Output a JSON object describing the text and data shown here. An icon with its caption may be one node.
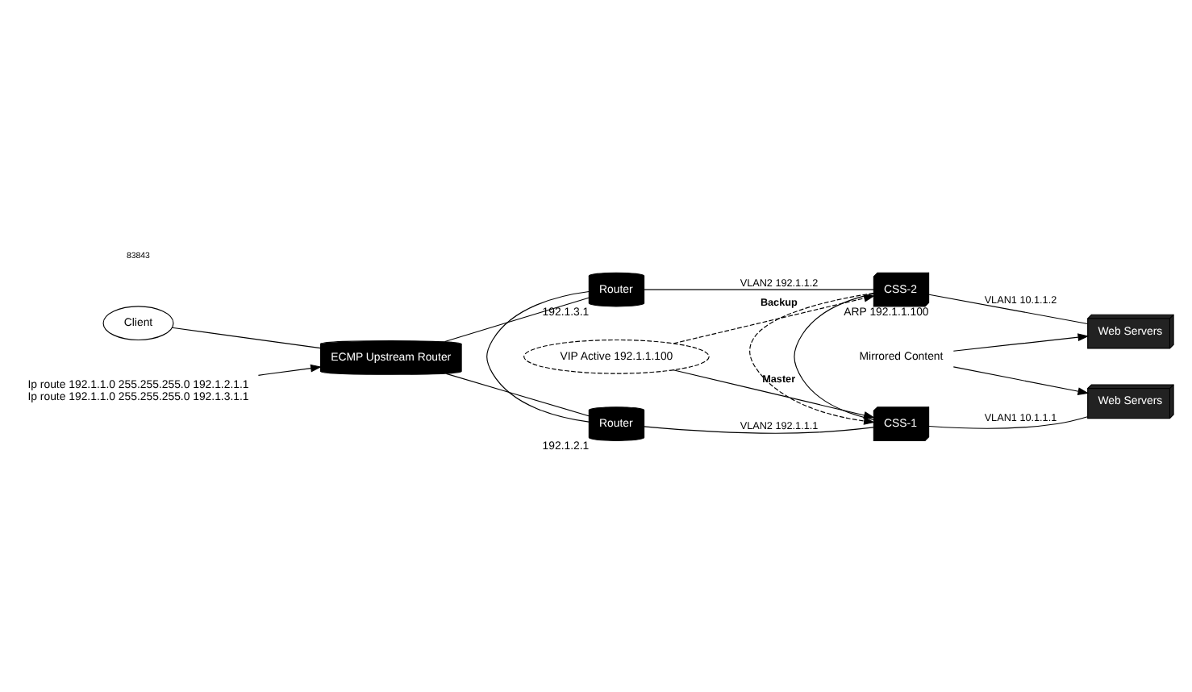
{
  "diagram": {
    "nodes": [
      {
        "text": [
          "Client"
        ]
      },
      {
        "text": [
          "ECMP Upstream Router"
        ]
      },
      {
        "text": [
          "Router"
        ],
        "beside": [
          "192.1.3.1"
        ]
      },
      {
        "text": [
          "Router"
        ],
        "beside": [
          "192.1.2.1"
        ]
      },
      {
        "text": [
          "CSS-2"
        ],
        "beside": [
          "ARP 192.1.1.100"
        ]
      },
      {
        "text": [
          "CSS-1"
        ]
      },
      {
        "text": [
          "Web Servers"
        ]
      },
      {
        "text": [
          "Web Servers"
        ]
      },
      {
        "text": [
          "VIP Active 192.1.1.100"
        ]
      },
      {
        "text": [
          "Ip route 192.1.1.0 255.255.255.0 192.1.2.1.1",
          "Ip route 192.1.1.0 255.255.255.0 192.1.3.1.1"
        ]
      },
      {
        "text": [
          "Mirrored Content"
        ]
      }
    ],
    "edges": [
      {
        "from": 0,
        "to": 1,
        "arrow": "none"
      },
      {
        "from": 9,
        "to": 1,
        "arrow": "to"
      },
      {
        "from": 1,
        "to": 2,
        "arrow": "none"
      },
      {
        "from": 1,
        "to": 3,
        "arrow": "none"
      },
      {
        "from": 2,
        "to": 3,
        "arrow": "none"
      },
      {
        "from": 2,
        "to": 4,
        "arrow": "none",
        "label": "VLAN2 192.1.1.2"
      },
      {
        "from": 3,
        "to": 5,
        "arrow": "none",
        "label": "VLAN2 192.1.1.1"
      },
      {
        "from": 4,
        "to": 6,
        "arrow": "none",
        "label": "VLAN1 10.1.1.2"
      },
      {
        "from": 5,
        "to": 7,
        "arrow": "none",
        "label": "VLAN1 10.1.1.1"
      },
      {
        "from": 4,
        "to": 5,
        "arrow": "none"
      },
      {
        "from": 4,
        "to": 5,
        "arrow": "to",
        "style": "dashed"
      },
      {
        "from": 8,
        "to": 4,
        "arrow": "to",
        "style": "dashed",
        "label": "Backup"
      },
      {
        "from": 8,
        "to": 5,
        "arrow": "to",
        "label": "Master"
      },
      {
        "from": 10,
        "to": 6,
        "arrow": "to"
      },
      {
        "from": 10,
        "to": 7,
        "arrow": "to"
      }
    ],
    "labels": [
      "83843"
    ]
  }
}
